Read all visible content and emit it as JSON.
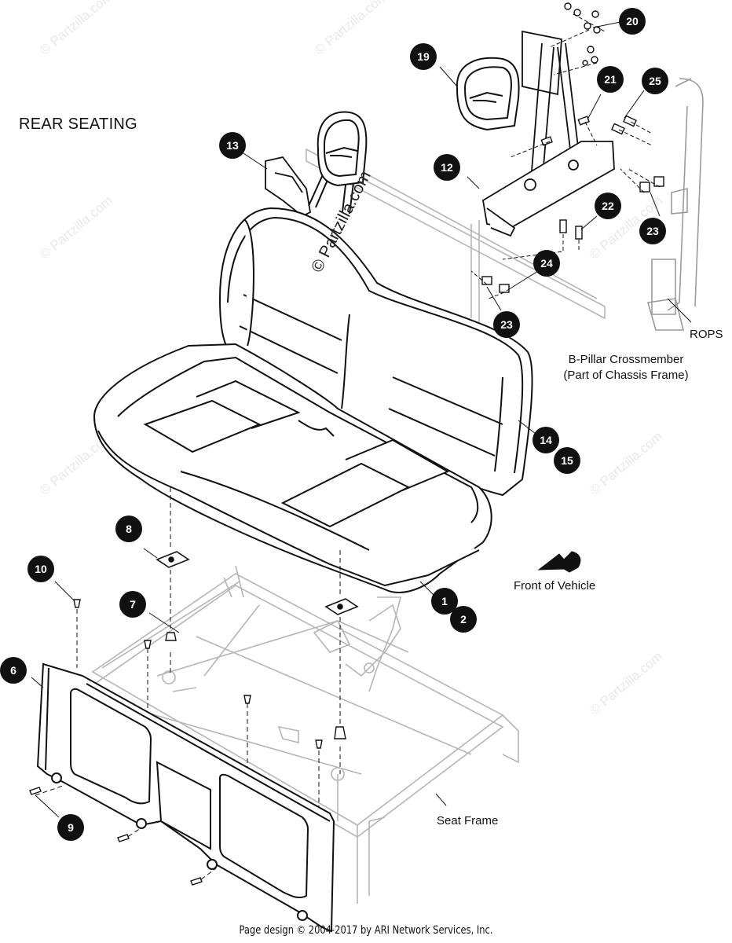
{
  "title": "REAR SEATING",
  "labels": {
    "bpillar_line1": "B-Pillar Crossmember",
    "bpillar_line2": "(Part of Chassis Frame)",
    "rops": "ROPS",
    "front_of_vehicle": "Front of Vehicle",
    "seat_frame": "Seat Frame"
  },
  "watermark": "© Partzilla.com",
  "footer": "Page design © 2004-2017 by ARI Network Services, Inc.",
  "callouts": {
    "c1": "1",
    "c2": "2",
    "c6": "6",
    "c7": "7",
    "c8": "8",
    "c9": "9",
    "c10": "10",
    "c12": "12",
    "c13": "13",
    "c14": "14",
    "c15": "15",
    "c19": "19",
    "c20": "20",
    "c21": "21",
    "c22": "22",
    "c23a": "23",
    "c23b": "23",
    "c24": "24",
    "c25": "25"
  },
  "colors": {
    "line": "#111111",
    "ghost": "#bdbdbd",
    "callout_fill": "#111111"
  }
}
